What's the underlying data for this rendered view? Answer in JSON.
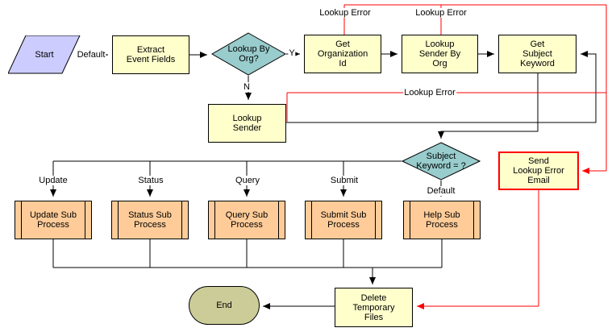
{
  "diagram": {
    "nodes": {
      "start": {
        "label": "Start",
        "type": "start-terminator"
      },
      "extract_event_fields": {
        "label": "Extract\nEvent Fields",
        "type": "process"
      },
      "lookup_by_org": {
        "label": "Lookup By\nOrg?",
        "type": "decision"
      },
      "get_organization_id": {
        "label": "Get\nOrganization\nId",
        "type": "process"
      },
      "lookup_sender_by_org": {
        "label": "Lookup\nSender By\nOrg",
        "type": "process"
      },
      "get_subject_keyword": {
        "label": "Get\nSubject\nKeyword",
        "type": "process"
      },
      "lookup_sender": {
        "label": "Lookup\nSender",
        "type": "process"
      },
      "subject_keyword": {
        "label": "Subject\nKeyword = ?",
        "type": "decision"
      },
      "send_lookup_error_email": {
        "label": "Send\nLookup Error\nEmail",
        "type": "error-process"
      },
      "update_sub_process": {
        "label": "Update Sub\nProcess",
        "type": "sub-process"
      },
      "status_sub_process": {
        "label": "Status Sub\nProcess",
        "type": "sub-process"
      },
      "query_sub_process": {
        "label": "Query Sub\nProcess",
        "type": "sub-process"
      },
      "submit_sub_process": {
        "label": "Submit Sub\nProcess",
        "type": "sub-process"
      },
      "help_sub_process": {
        "label": "Help Sub\nProcess",
        "type": "sub-process"
      },
      "delete_temporary_files": {
        "label": "Delete\nTemporary\nFiles",
        "type": "process"
      },
      "end": {
        "label": "End",
        "type": "end-terminator"
      }
    },
    "edge_labels": {
      "start_default": "Default",
      "yes": "Y",
      "no": "N",
      "lookup_error_org": "Lookup Error",
      "lookup_error_sender_by_org": "Lookup Error",
      "lookup_error_sender": "Lookup Error",
      "update": "Update",
      "status": "Status",
      "query": "Query",
      "submit": "Submit",
      "default_help": "Default"
    },
    "colors": {
      "process_fill": "#FFFFCC",
      "subprocess_fill": "#FFCC99",
      "decision_fill": "#99CCCC",
      "start_fill": "#CCCCFF",
      "end_fill": "#CCCC99",
      "error_line": "#FF0000",
      "line": "#000000",
      "background": "#FFFFFF"
    }
  }
}
